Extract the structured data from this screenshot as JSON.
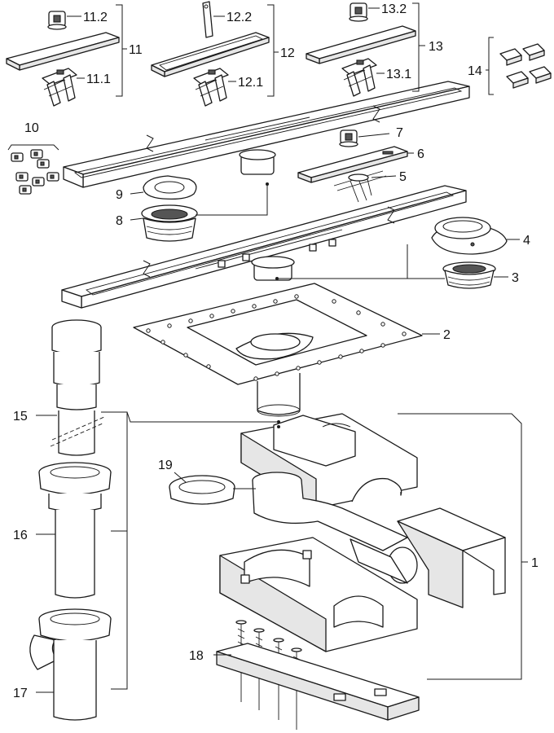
{
  "labels": {
    "l1": "1",
    "l2": "2",
    "l3": "3",
    "l4": "4",
    "l5": "5",
    "l6": "6",
    "l7": "7",
    "l8": "8",
    "l9": "9",
    "l10": "10",
    "l11": "11",
    "l11_1": "11.1",
    "l11_2": "11.2",
    "l12": "12",
    "l12_1": "12.1",
    "l12_2": "12.2",
    "l13": "13",
    "l13_1": "13.1",
    "l13_2": "13.2",
    "l14": "14",
    "l15": "15",
    "l16": "16",
    "l17": "17",
    "l18": "18",
    "l19": "19"
  }
}
